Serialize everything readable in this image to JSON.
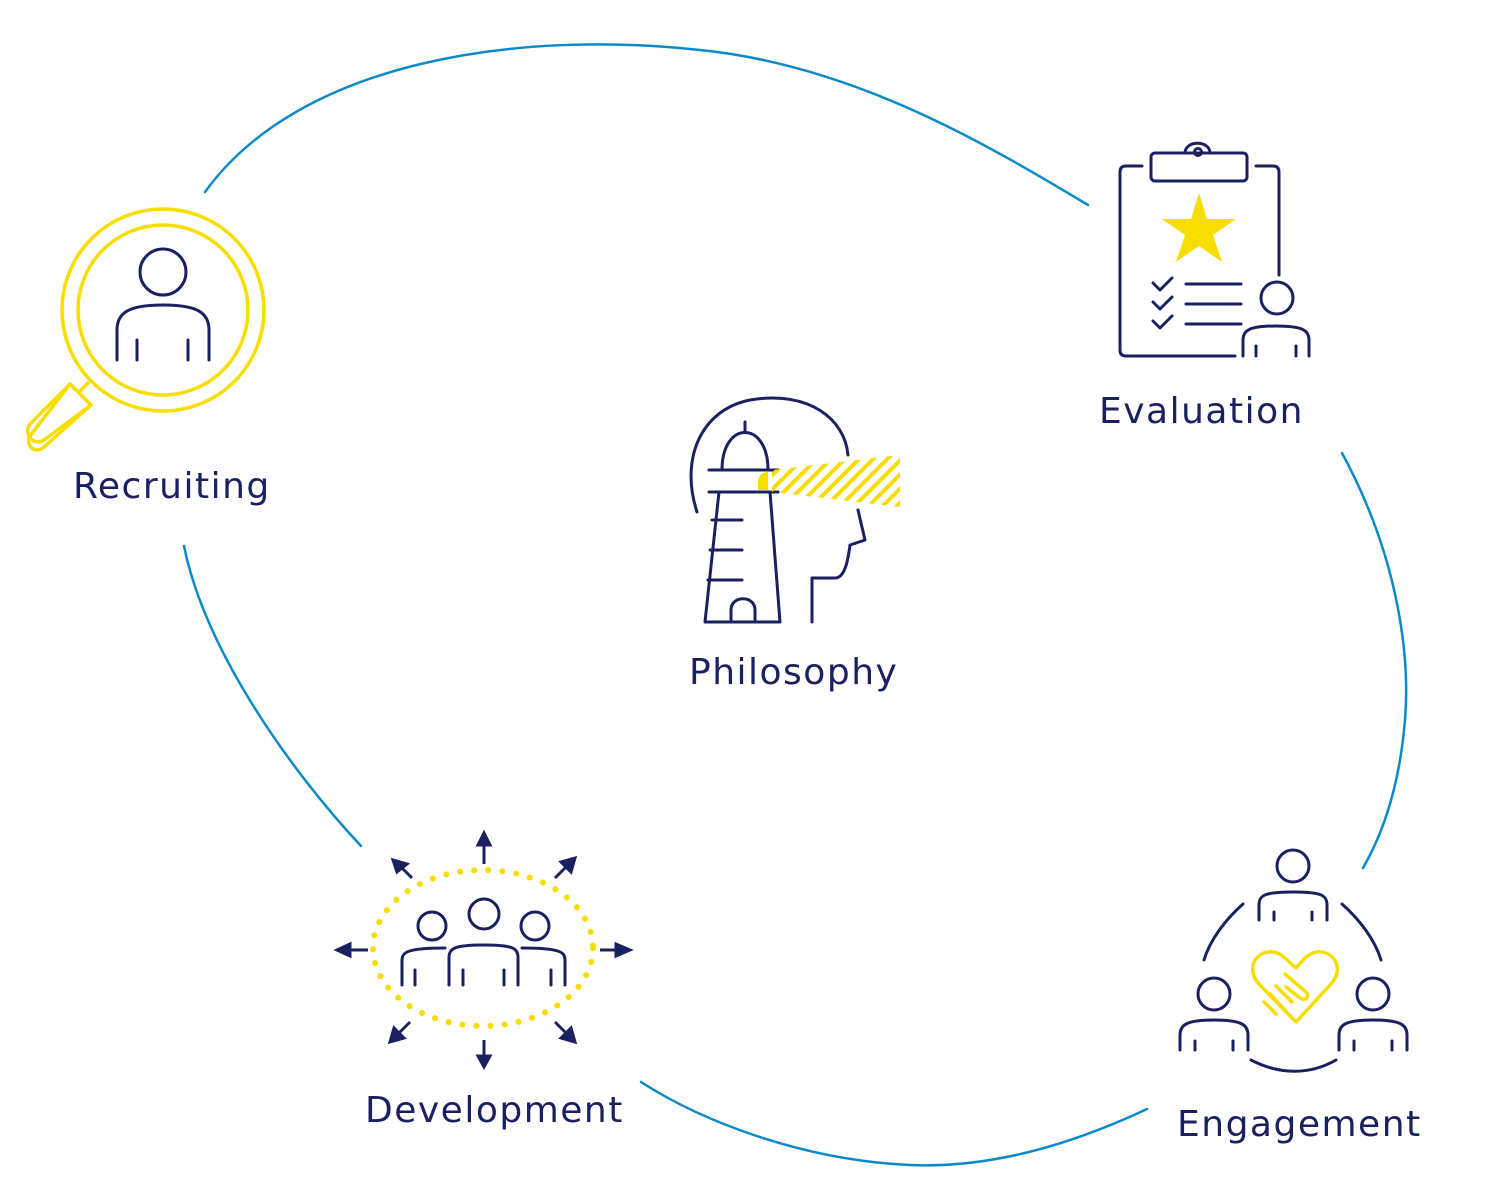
{
  "diagram": {
    "type": "cycle",
    "center": {
      "label": "Philosophy",
      "icon": "lighthouse-head-icon"
    },
    "nodes": [
      {
        "label": "Recruiting",
        "icon": "magnifier-person-icon"
      },
      {
        "label": "Evaluation",
        "icon": "clipboard-star-person-icon"
      },
      {
        "label": "Engagement",
        "icon": "team-heart-handshake-icon"
      },
      {
        "label": "Development",
        "icon": "team-growth-arrows-icon"
      }
    ],
    "edges": [
      {
        "from": "Recruiting",
        "to": "Evaluation"
      },
      {
        "from": "Evaluation",
        "to": "Engagement"
      },
      {
        "from": "Engagement",
        "to": "Development"
      },
      {
        "from": "Development",
        "to": "Recruiting"
      }
    ]
  },
  "colors": {
    "navy": "#1b2160",
    "yellow": "#f7dd00",
    "connector_blue": "#0a8ac8"
  }
}
